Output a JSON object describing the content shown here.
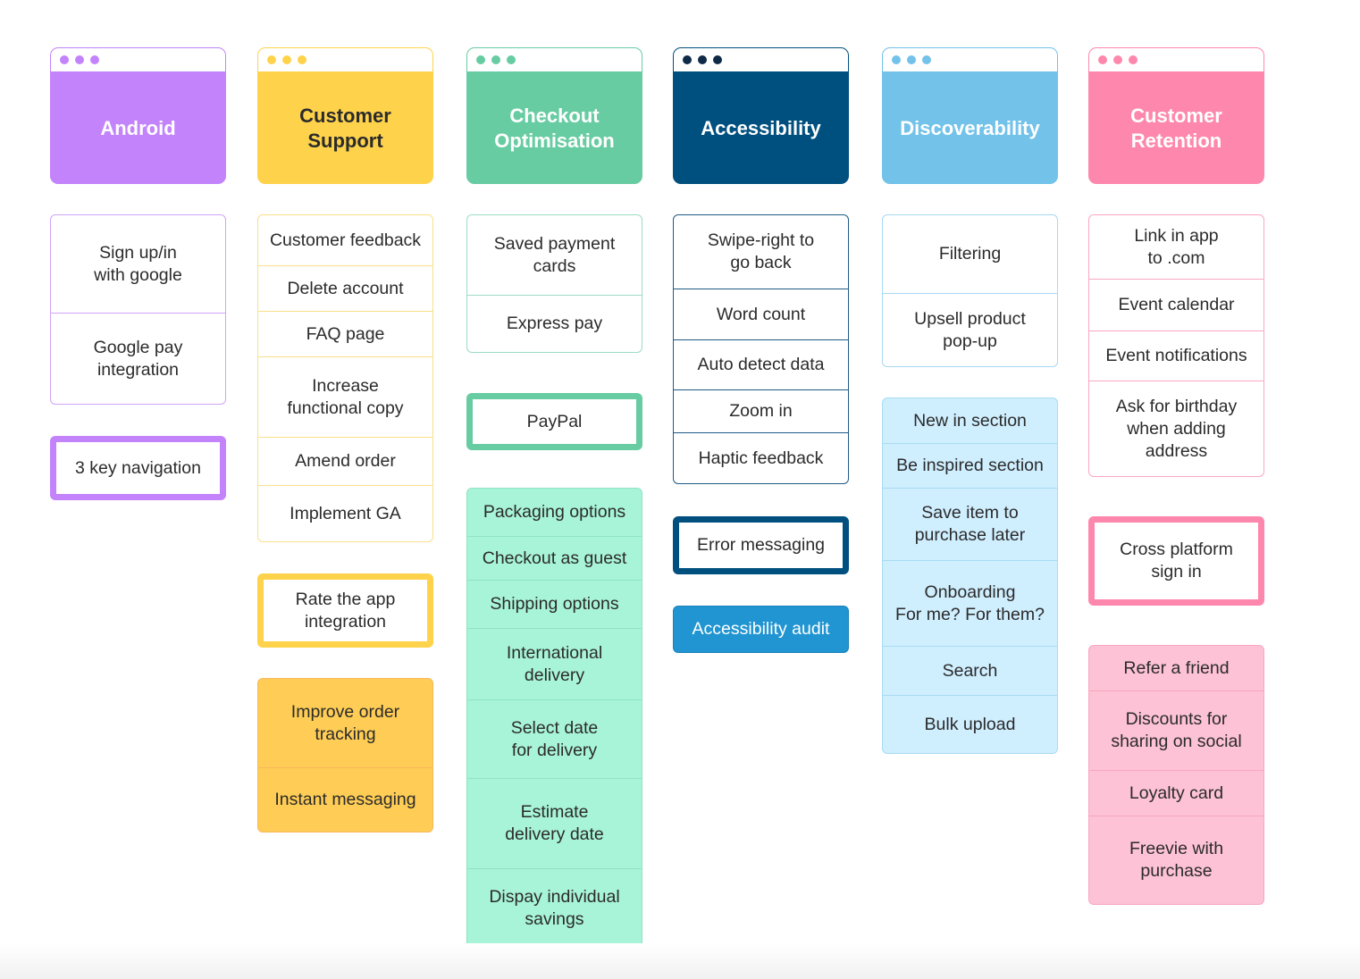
{
  "columns": [
    {
      "id": "android",
      "title": "Android",
      "colors": {
        "accent": "#c383fb",
        "header_text": "#ffffff",
        "card_border": "#cfa3fb",
        "card_bg": "#ffffff",
        "dot": "#c383fb"
      },
      "groups": [
        {
          "items": [
            "Sign up/in\nwith google",
            "Google pay\nintegration"
          ]
        },
        {
          "items": [
            "3 key navigation"
          ]
        }
      ]
    },
    {
      "id": "customer-support",
      "title": "Customer\nSupport",
      "colors": {
        "accent": "#fed34b",
        "header_text": "#2b2b2b",
        "card_border": "#fbe089",
        "card_bg": "#ffffff",
        "dot": "#fed34b",
        "filled_bg": "#ffcd55",
        "filled_border": "#f7b75b"
      },
      "groups": [
        {
          "items": [
            "Customer feedback",
            "Delete account",
            "FAQ page",
            "Increase\nfunctional copy",
            "Amend order",
            "Implement GA"
          ]
        },
        {
          "items": [
            "Rate the app\nintegration"
          ]
        },
        {
          "items": [
            "Improve order\ntracking",
            "Instant messaging"
          ]
        }
      ]
    },
    {
      "id": "checkout-optimisation",
      "title": "Checkout\nOptimisation",
      "colors": {
        "accent": "#68cca3",
        "header_text": "#ffffff",
        "card_border": "#9cdcc3",
        "card_bg": "#ffffff",
        "dot": "#68cca3",
        "filled_bg": "#a8f4d8",
        "filled_border": "#8fe3c3"
      },
      "groups": [
        {
          "items": [
            "Saved payment\ncards",
            "Express pay"
          ]
        },
        {
          "items": [
            "PayPal"
          ]
        },
        {
          "items": [
            "Packaging options",
            "Checkout as guest",
            "Shipping options",
            "International\ndelivery",
            "Select date\nfor delivery",
            "Estimate\ndelivery date",
            "Dispay individual\nsavings"
          ]
        }
      ]
    },
    {
      "id": "accessibility",
      "title": "Accessibility",
      "colors": {
        "accent": "#00507f",
        "header_text": "#ffffff",
        "card_border": "#1e5a84",
        "card_bg": "#ffffff",
        "dot": "#0e2a47",
        "filled_bg": "#2095d1",
        "filled_border": "#1a82b9"
      },
      "groups": [
        {
          "items": [
            "Swipe-right to\ngo back",
            "Word count",
            "Auto detect data",
            "Zoom in",
            "Haptic feedback"
          ]
        },
        {
          "items": [
            "Error messaging"
          ]
        },
        {
          "items": [
            "Accessibility audit"
          ]
        }
      ]
    },
    {
      "id": "discoverability",
      "title": "Discoverability",
      "colors": {
        "accent": "#72c2ea",
        "header_text": "#ffffff",
        "card_border": "#a8d8f1",
        "card_bg": "#ffffff",
        "dot": "#72c2ea",
        "filled_bg": "#cfeefe",
        "filled_border": "#a8dcf4"
      },
      "groups": [
        {
          "items": [
            "Filtering",
            "Upsell product\npop-up"
          ]
        },
        {
          "items": [
            "New in section",
            "Be inspired section",
            "Save item to\npurchase later",
            "Onboarding\nFor me? For them?",
            "Search",
            "Bulk upload"
          ]
        }
      ]
    },
    {
      "id": "customer-retention",
      "title": "Customer\nRetention",
      "colors": {
        "accent": "#fe88ad",
        "header_text": "#ffffff",
        "card_border": "#fba7c2",
        "card_bg": "#ffffff",
        "dot": "#fe88ad",
        "filled_bg": "#fdc2d5",
        "filled_border": "#f8a7c0"
      },
      "groups": [
        {
          "items": [
            "Link in app\nto .com",
            "Event calendar",
            "Event notifications",
            "Ask for birthday\nwhen adding\naddress"
          ]
        },
        {
          "items": [
            "Cross platform\nsign in"
          ]
        },
        {
          "items": [
            "Refer a friend",
            "Discounts for\nsharing on social",
            "Loyalty card",
            "Freevie with\npurchase"
          ]
        }
      ]
    }
  ]
}
